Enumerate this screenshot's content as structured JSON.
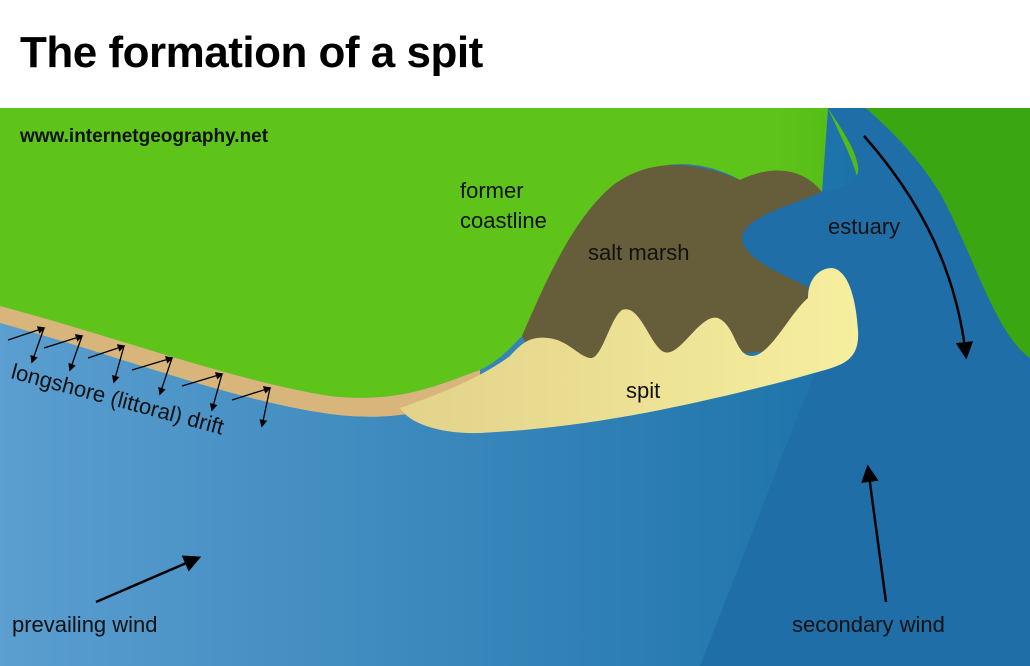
{
  "title": "The formation of a spit",
  "website": "www.internetgeography.net",
  "labels": {
    "former_coastline_line1": "former",
    "former_coastline_line2": "coastline",
    "salt_marsh": "salt marsh",
    "estuary": "estuary",
    "spit": "spit",
    "longshore_drift": "longshore (littoral) drift",
    "prevailing_wind": "prevailing wind",
    "secondary_wind": "secondary wind"
  },
  "colors": {
    "land": "#5ec41a",
    "land_dark": "#3aa611",
    "sea_light": "#5b9ed0",
    "sea_dark": "#0f6aa1",
    "estuary_water": "#1f6ea8",
    "salt_marsh": "#665d3a",
    "spit_sand_light": "#f6ef9e",
    "spit_sand_dark": "#e2d28a",
    "beach": "#d8b57a"
  }
}
